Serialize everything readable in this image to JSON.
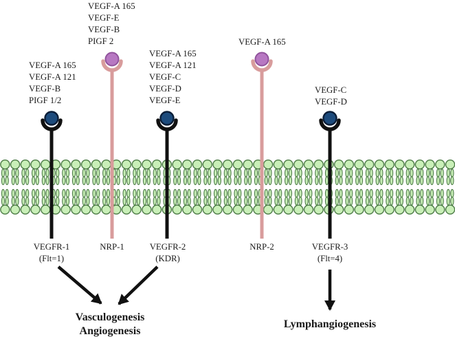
{
  "figure": {
    "membrane": "plasma-membrane-lipid-bilayer",
    "receptors": [
      {
        "name": "VEGFR-1",
        "subtitle": "(Flt=1)",
        "family": "vegfr",
        "ligands": [
          "VEGF-A 165",
          "VEGF-A 121",
          "VEGF-B",
          "PIGF 1/2"
        ]
      },
      {
        "name": "NRP-1",
        "subtitle": "",
        "family": "nrp",
        "ligands": [
          "VEGF-A 165",
          "VEGF-E",
          "VEGF-B",
          "PIGF 2"
        ]
      },
      {
        "name": "VEGFR-2",
        "subtitle": "(KDR)",
        "family": "vegfr",
        "ligands": [
          "VEGF-A 165",
          "VEGF-A 121",
          "VEGF-C",
          "VEGF-D",
          "VEGF-E"
        ]
      },
      {
        "name": "NRP-2",
        "subtitle": "",
        "family": "nrp",
        "ligands": [
          "VEGF-A 165"
        ]
      },
      {
        "name": "VEGFR-3",
        "subtitle": "(Flt=4)",
        "family": "vegfr",
        "ligands": [
          "VEGF-C",
          "VEGF-D"
        ]
      }
    ],
    "outcomes": [
      {
        "lines": [
          "Vasculogenesis",
          "Angiogenesis"
        ]
      },
      {
        "lines": [
          "Lymphangiogenesis"
        ]
      }
    ]
  },
  "colors": {
    "ink": "#1a1a1a",
    "receptor-black": "#111111",
    "nrp-pink": "#d89c9c",
    "ball-navy": "#1d4b7c",
    "ball-navy-edge": "#0b1e38",
    "ball-purple": "#b778c2",
    "ball-purple-edge": "#91539c",
    "lipid-fill": "#c9efb8",
    "lipid-stroke": "#4a7a44"
  }
}
